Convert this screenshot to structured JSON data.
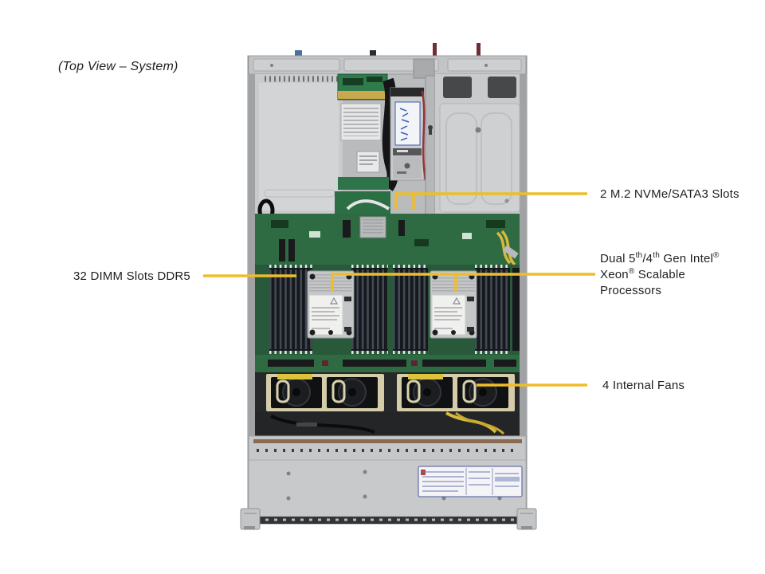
{
  "caption": "(Top View – System)",
  "callouts": {
    "m2": {
      "label": "2 M.2 NVMe/SATA3 Slots"
    },
    "dimm": {
      "label": "32 DIMM Slots DDR5"
    },
    "fans": {
      "label": "4 Internal Fans"
    },
    "cpu": {
      "segments": [
        {
          "t": "Dual 5"
        },
        {
          "t": "th",
          "sup": true
        },
        {
          "t": "/4"
        },
        {
          "t": "th",
          "sup": true
        },
        {
          "t": " Gen Intel"
        },
        {
          "t": "®",
          "sup": true
        },
        {
          "t": " Xeon"
        },
        {
          "t": "®",
          "sup": true
        },
        {
          "t": " Scalable Processors"
        }
      ]
    }
  },
  "colors": {
    "background": "#ffffff",
    "label_text": "#1f1f1f",
    "callout_line": "#eebd2b"
  }
}
